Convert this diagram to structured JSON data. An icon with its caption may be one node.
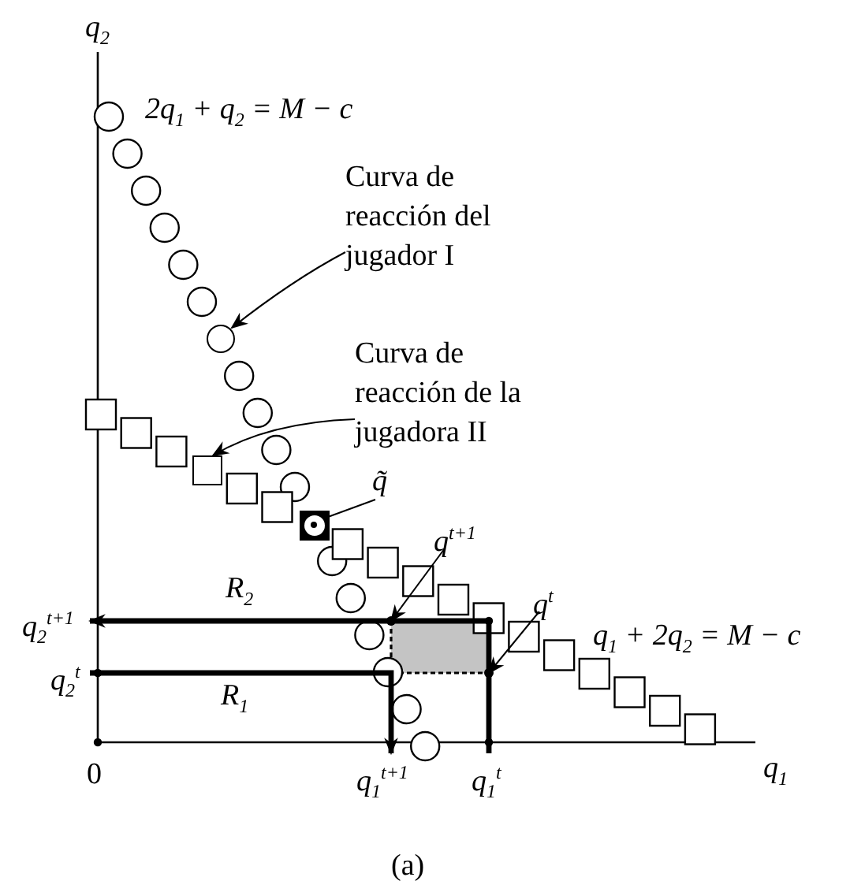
{
  "diagram": {
    "caption": "(a)",
    "nodes": [
      {
        "text": [
          "Curva de reacción del jugador I"
        ]
      },
      {
        "text": [],
        "shape": "circle"
      },
      {
        "text": [
          "Curva de reacción de la jugadora II"
        ]
      },
      {
        "text": [],
        "shape": "box"
      },
      {
        "text": [
          "q̃"
        ]
      },
      {
        "text": [],
        "shape": "box"
      },
      {
        "text": [
          "q$^{t+1}$"
        ]
      },
      {
        "text": [],
        "shape": "circle"
      },
      {
        "text": [
          "q$^{t}$"
        ]
      },
      {
        "text": [],
        "shape": "circle"
      },
      {
        "text": [
          "q$_{2}$$^{t+1}$"
        ]
      },
      {
        "text": [
          "q$_{2}$$^{t}$"
        ]
      },
      {
        "text": [
          "q$_{1}$$^{t+1}$"
        ]
      },
      {
        "text": [
          "q$_{1}$$^{t}$"
        ]
      }
    ],
    "edges": [
      {
        "from": 0,
        "to": 1,
        "arrow": "to"
      },
      {
        "from": 2,
        "to": 3,
        "arrow": "to"
      },
      {
        "from": 4,
        "to": 5,
        "arrow": "none"
      },
      {
        "from": 6,
        "to": 7,
        "arrow": "to"
      },
      {
        "from": 8,
        "to": 9,
        "arrow": "to"
      },
      {
        "from": 13,
        "to": 10,
        "arrow": "to",
        "label": "R$_{2}$",
        "style": "thick"
      },
      {
        "from": 11,
        "to": 12,
        "arrow": "to",
        "label": "R$_{1}$",
        "style": "thick"
      }
    ],
    "labels": [
      "q$_{2}$",
      "2q$_{1}$ + q$_{2}$ = M − c",
      "q$_{1}$ + 2q$_{2}$ = M − c",
      "0",
      "q$_{1}$"
    ]
  }
}
